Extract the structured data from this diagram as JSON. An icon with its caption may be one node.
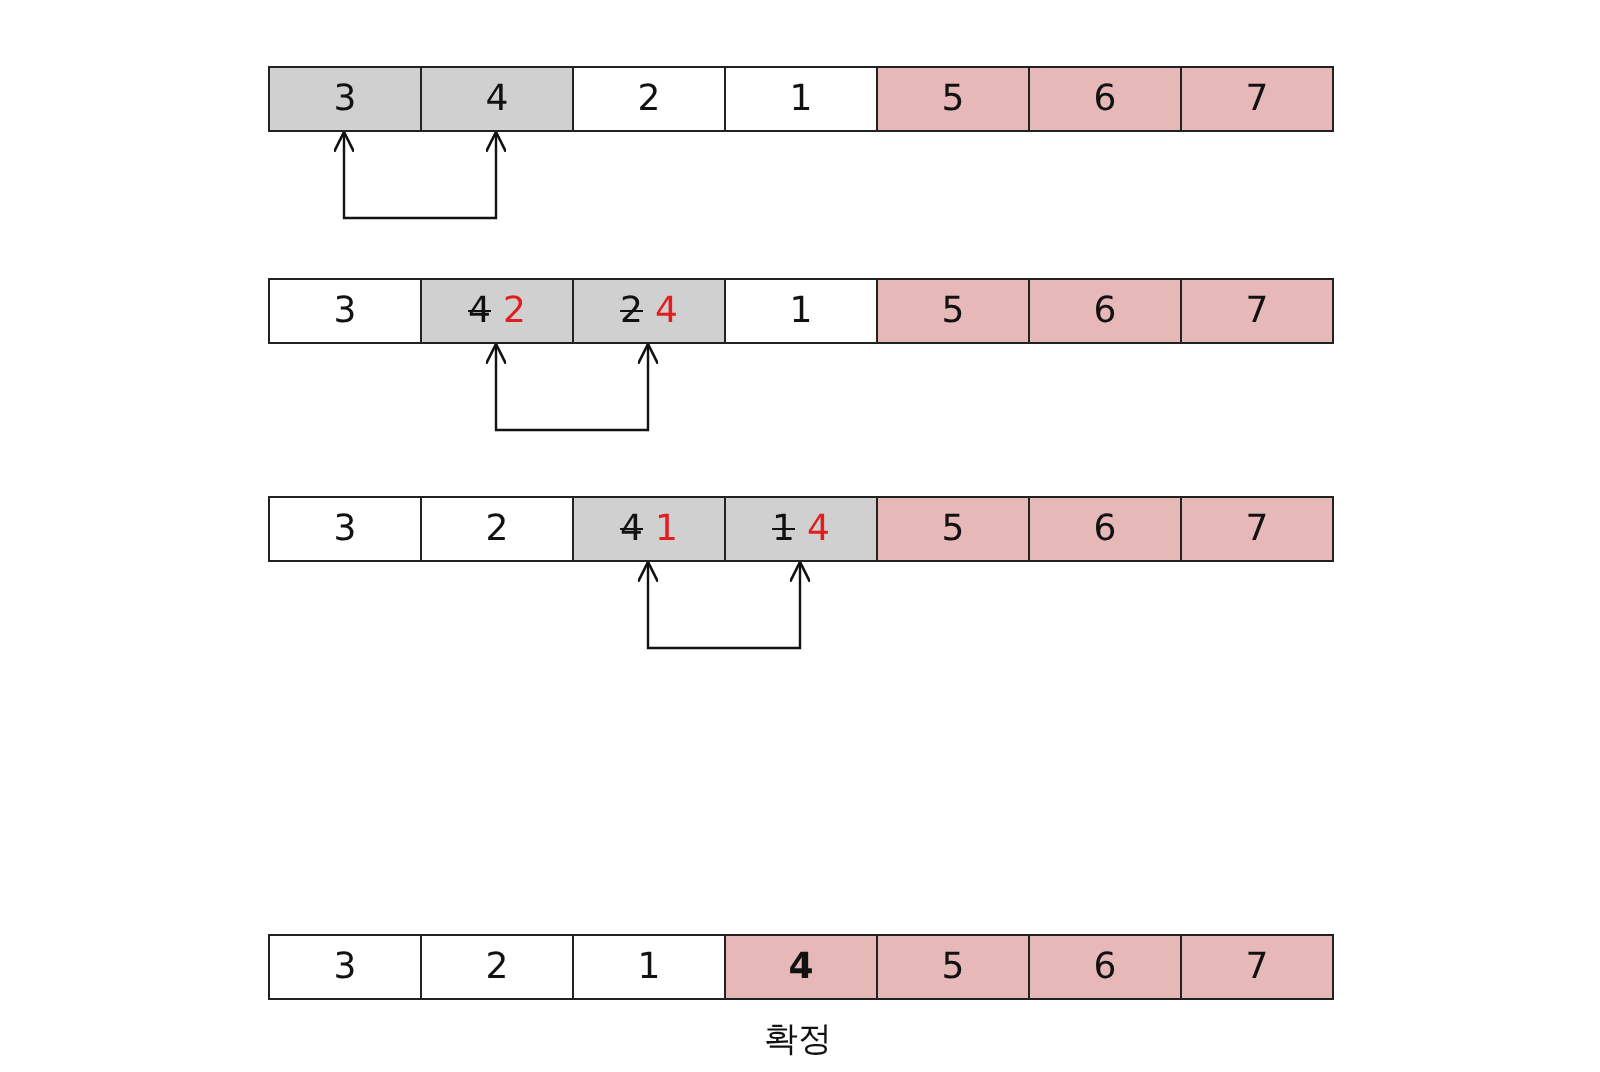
{
  "diagram": {
    "nodes": [
      {
        "text": [
          "3"
        ]
      },
      {
        "text": [
          "4"
        ]
      },
      {
        "text": [
          "2"
        ]
      },
      {
        "text": [
          "1"
        ]
      },
      {
        "text": [
          "5"
        ]
      },
      {
        "text": [
          "6"
        ]
      },
      {
        "text": [
          "7"
        ]
      },
      {
        "text": [
          "3"
        ]
      },
      {
        "text": [
          "4",
          "2"
        ]
      },
      {
        "text": [
          "2",
          "4"
        ]
      },
      {
        "text": [
          "1"
        ]
      },
      {
        "text": [
          "5"
        ]
      },
      {
        "text": [
          "6"
        ]
      },
      {
        "text": [
          "7"
        ]
      },
      {
        "text": [
          "3"
        ]
      },
      {
        "text": [
          "2"
        ]
      },
      {
        "text": [
          "4",
          "1"
        ]
      },
      {
        "text": [
          "1",
          "4"
        ]
      },
      {
        "text": [
          "5"
        ]
      },
      {
        "text": [
          "6"
        ]
      },
      {
        "text": [
          "7"
        ]
      },
      {
        "text": [
          "3"
        ]
      },
      {
        "text": [
          "2"
        ]
      },
      {
        "text": [
          "1"
        ]
      },
      {
        "text": [
          "4"
        ],
        "beside": [
          "확정"
        ]
      },
      {
        "text": [
          "5"
        ]
      },
      {
        "text": [
          "6"
        ]
      },
      {
        "text": [
          "7"
        ]
      }
    ],
    "edges": [
      {
        "from": 0,
        "to": 1,
        "arrow": "both"
      },
      {
        "from": 8,
        "to": 9,
        "arrow": "both"
      },
      {
        "from": 16,
        "to": 17,
        "arrow": "both"
      }
    ]
  }
}
